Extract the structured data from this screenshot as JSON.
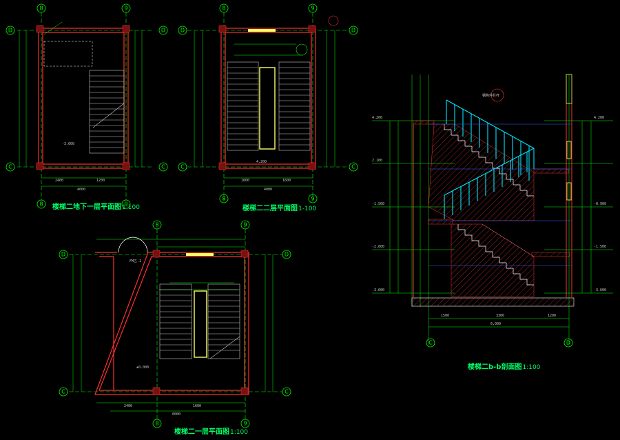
{
  "drawings": {
    "plan_basement": {
      "title": "楼梯二地下一层平面图",
      "scale": "1:100",
      "axes_top": [
        "8",
        "9"
      ],
      "axes_side": [
        "D",
        "C"
      ]
    },
    "plan_second": {
      "title": "楼梯二二层平面图",
      "scale": "1-100",
      "axes_top": [
        "8",
        "9"
      ],
      "axes_side": [
        "D",
        "C"
      ]
    },
    "plan_first": {
      "title": "楼梯二一层平面图",
      "scale": "1:100",
      "axes_top": [
        "8",
        "9"
      ],
      "axes_side": [
        "D",
        "C"
      ]
    },
    "section": {
      "title": "楼梯二b-b剖面图",
      "scale": "1:100",
      "axes_bottom": [
        "C",
        "D"
      ]
    }
  },
  "colors": {
    "grid": "#00ff00",
    "wall": "#ff3030",
    "stair": "#c8c8c8",
    "rail": "#00e5ff",
    "highlight": "#ffff66",
    "dim": "#c8c8c8"
  }
}
